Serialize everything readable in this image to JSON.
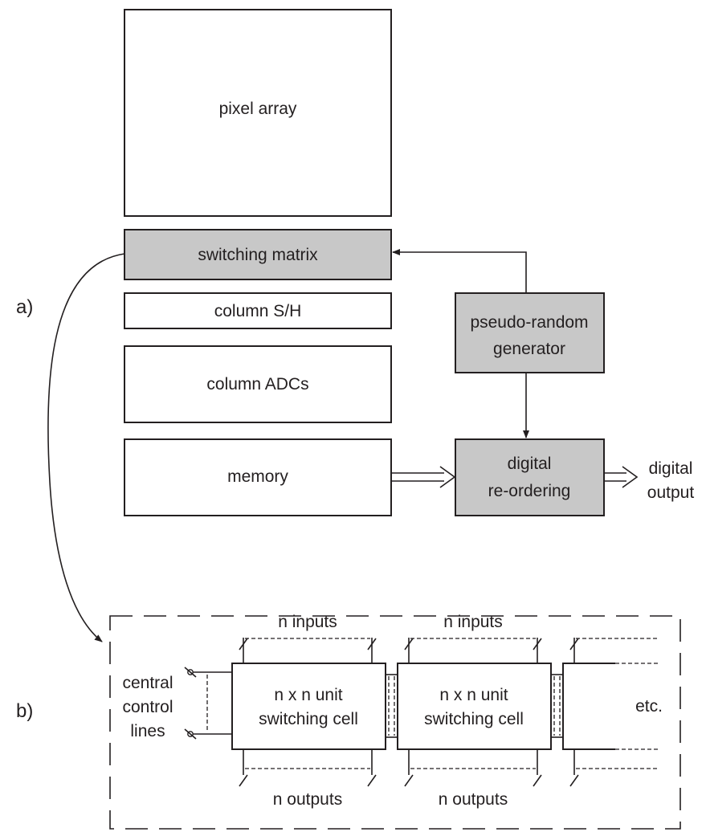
{
  "part_labels": {
    "a": "a)",
    "b": "b)"
  },
  "blocks": {
    "pixel_array": "pixel array",
    "switching_matrix": "switching matrix",
    "column_sh": "column S/H",
    "column_adcs": "column ADCs",
    "memory": "memory",
    "prng_line1": "pseudo-random",
    "prng_line2": "generator",
    "reorder_line1": "digital",
    "reorder_line2": "re-ordering",
    "output_line1": "digital",
    "output_line2": "output"
  },
  "detail": {
    "inputs_label": "n inputs",
    "outputs_label": "n outputs",
    "cell_line1": "n x n unit",
    "cell_line2": "switching cell",
    "control_line1": "central",
    "control_line2": "control",
    "control_line3": "lines",
    "etc": "etc."
  },
  "colors": {
    "fill_gray": "#c8c8c8",
    "stroke": "#231f20"
  }
}
